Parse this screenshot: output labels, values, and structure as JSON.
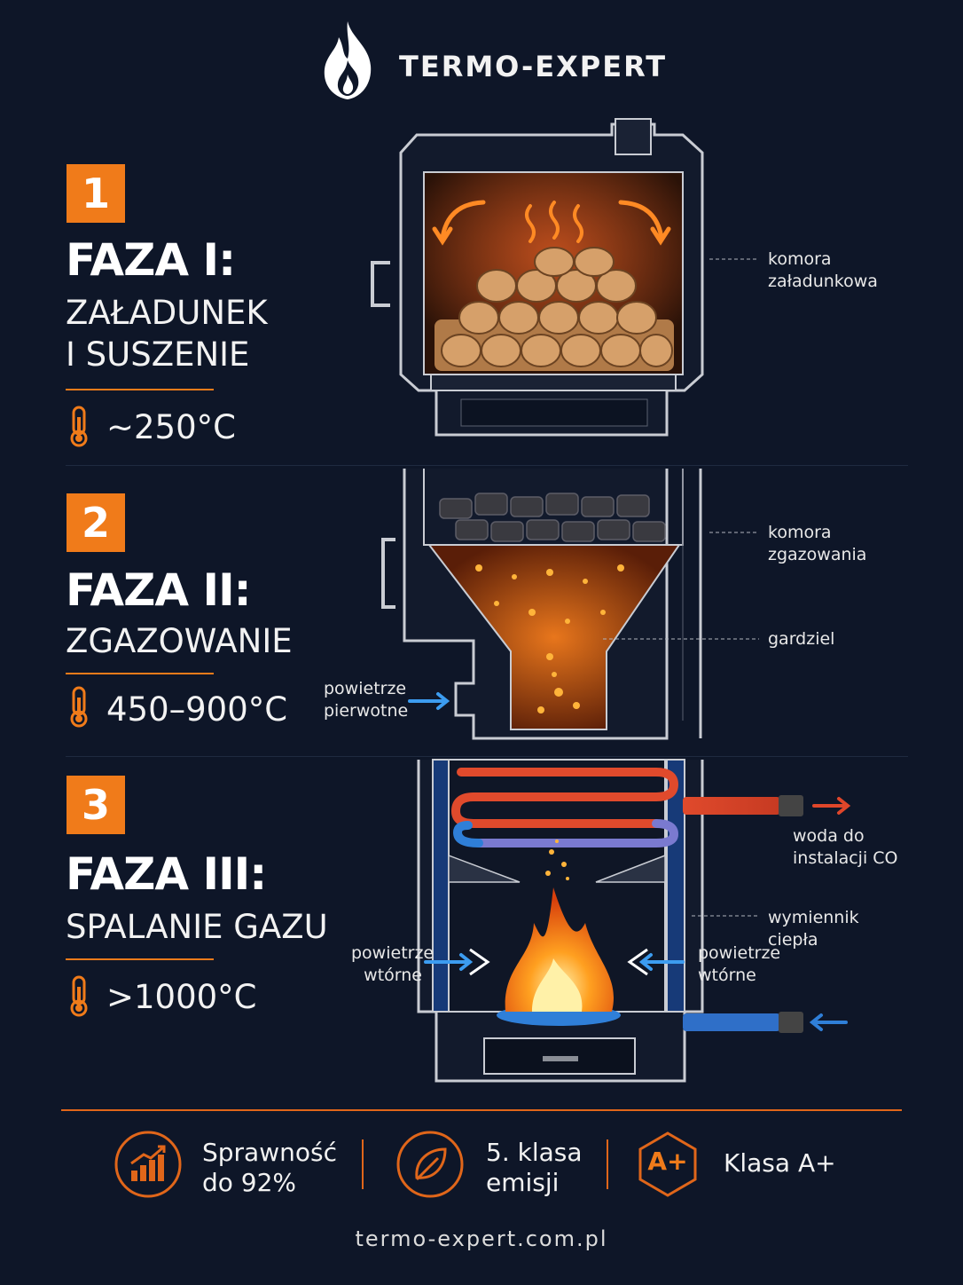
{
  "brand": {
    "name": "TERMO-EXPERT",
    "icon": "flame-logo-icon"
  },
  "phases": [
    {
      "number": "1",
      "title": "FAZA I:",
      "subtitle_lines": [
        "ZAŁADUNEK",
        "I SUSZENIE"
      ],
      "temperature": "~250°C"
    },
    {
      "number": "2",
      "title": "FAZA II:",
      "subtitle_lines": [
        "ZGAZOWANIE"
      ],
      "temperature": "450–900°C"
    },
    {
      "number": "3",
      "title": "FAZA III:",
      "subtitle_lines": [
        "SPALANIE GAZU"
      ],
      "temperature": ">1000°C"
    }
  ],
  "labels": {
    "loading_chamber": [
      "komora",
      "załadunkowa"
    ],
    "gasification_chamber": [
      "komora",
      "zgazowania"
    ],
    "throat": "gardziel",
    "primary_air": [
      "powietrze",
      "pierwotne"
    ],
    "water_out": [
      "woda do",
      "instalacji CO"
    ],
    "heat_exchanger": [
      "wymiennik",
      "ciepła"
    ],
    "secondary_air_left": [
      "powietrze",
      "wtórne"
    ],
    "secondary_air_right": [
      "powietrze",
      "wtórne"
    ]
  },
  "stats": [
    {
      "icon": "growth-chart-icon",
      "lines": [
        "Sprawność",
        "do 92%"
      ]
    },
    {
      "icon": "leaf-icon",
      "lines": [
        "5. klasa",
        "emisji"
      ]
    },
    {
      "icon": "a-plus-hexagon-icon",
      "badge": "A+",
      "lines": [
        "Klasa A+"
      ]
    }
  ],
  "website": "termo-expert.com.pl",
  "colors": {
    "background": "#0e1628",
    "accent": "#f07b1a",
    "water_hot": "#e0462a",
    "water_cold": "#2f7fd8"
  }
}
